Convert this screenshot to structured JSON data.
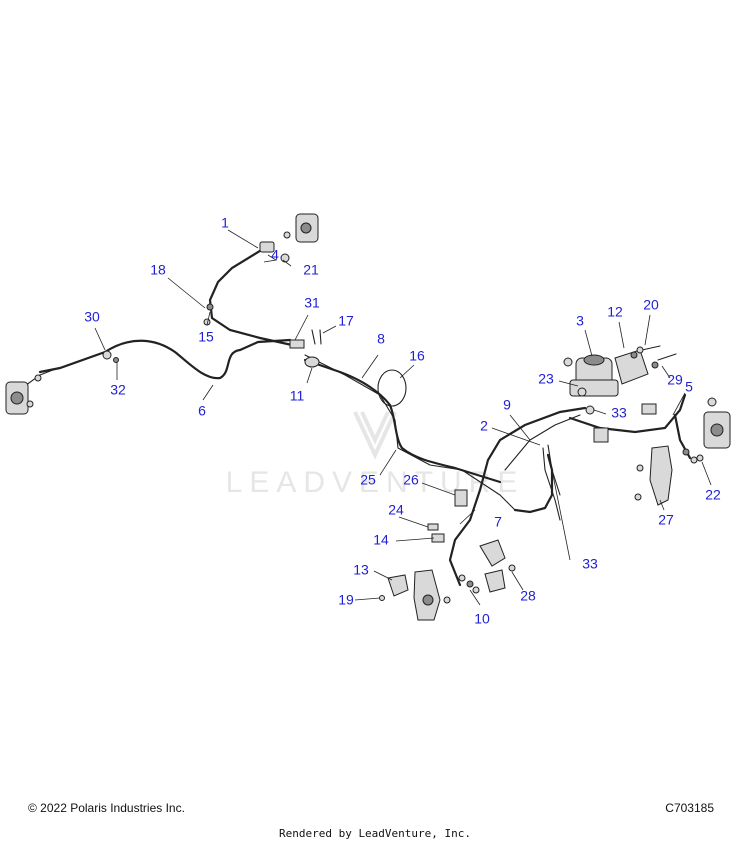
{
  "watermark": "LEADVENTURE",
  "copyright": "© 2022 Polaris Industries Inc.",
  "drawing_number": "C703185",
  "rendered_by": "Rendered by LeadVenture, Inc.",
  "callouts": [
    "1",
    "2",
    "3",
    "4",
    "5",
    "6",
    "7",
    "8",
    "9",
    "10",
    "11",
    "12",
    "13",
    "14",
    "15",
    "16",
    "17",
    "18",
    "19",
    "20",
    "21",
    "22",
    "23",
    "24",
    "25",
    "26",
    "27",
    "28",
    "29",
    "30",
    "31",
    "32",
    "33"
  ],
  "colors": {
    "callout": "#1f1fd6",
    "line": "#222222",
    "watermark": "#e6e6e6"
  }
}
